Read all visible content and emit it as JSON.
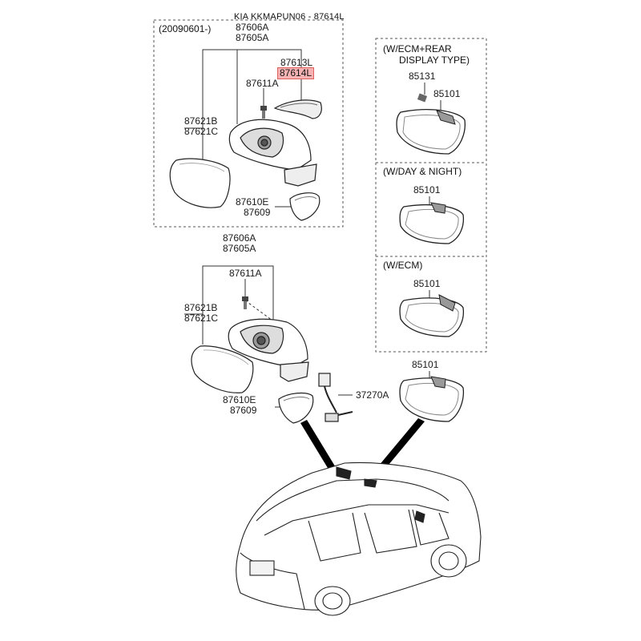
{
  "header": {
    "title": "KIA KKMAPUN06 - 87614L"
  },
  "boxes": {
    "top_left": {
      "caption": "(20090601-)"
    },
    "right_1": {
      "caption_line1": "(W/ECM+REAR",
      "caption_line2": "DISPLAY TYPE)"
    },
    "right_2": {
      "caption": "(W/DAY & NIGHT)"
    },
    "right_3": {
      "caption": "(W/ECM)"
    }
  },
  "parts_top": {
    "p87606a": "87606A",
    "p87605a": "87605A",
    "p87613l": "87613L",
    "p87614l": "87614L",
    "p87611a": "87611A",
    "p87621b": "87621B",
    "p87621c": "87621C",
    "p87610e": "87610E",
    "p87609": "87609"
  },
  "parts_mid": {
    "p87606a": "87606A",
    "p87605a": "87605A",
    "p87611a": "87611A",
    "p87621b": "87621B",
    "p87621c": "87621C",
    "p87610e": "87610E",
    "p87609": "87609",
    "p37270a": "37270A"
  },
  "parts_right": {
    "p85131": "85131",
    "p85101_a": "85101",
    "p85101_b": "85101",
    "p85101_c": "85101",
    "p85101_d": "85101"
  },
  "highlight_color": "#f7b3b3"
}
